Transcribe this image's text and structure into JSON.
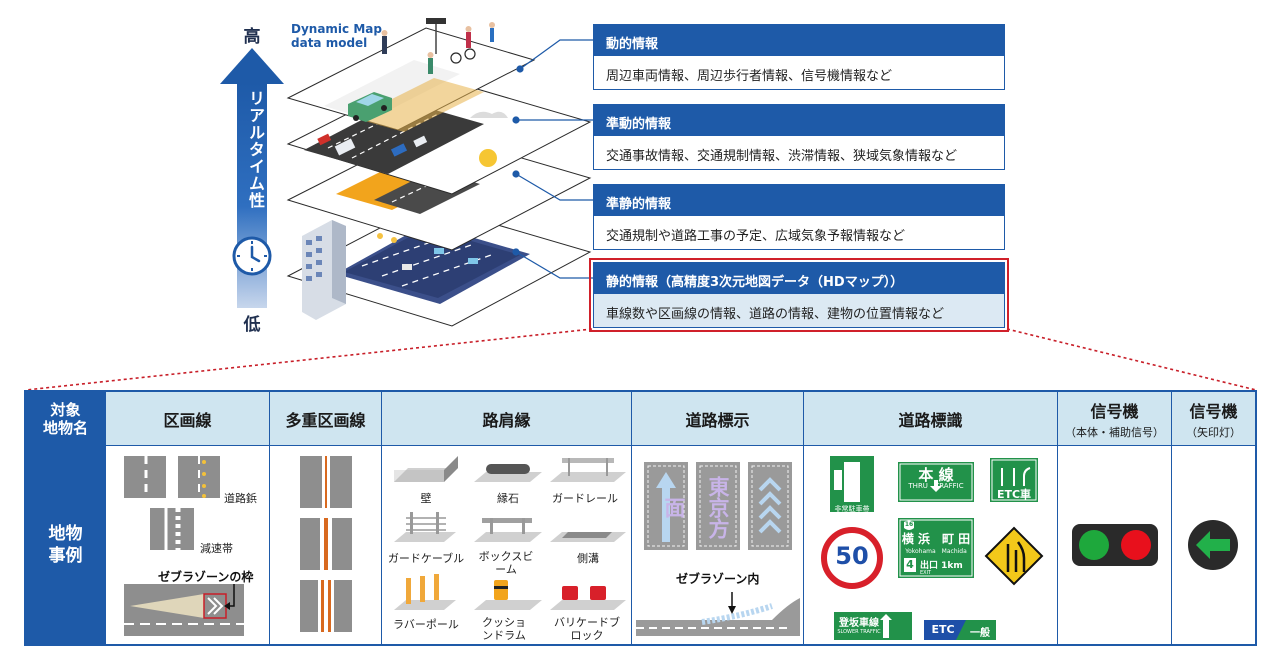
{
  "axis": {
    "high": "高",
    "low": "低",
    "label": "リアルタイム性"
  },
  "diagram": {
    "title_line1": "Dynamic Map",
    "title_line2": "data model"
  },
  "layers": [
    {
      "title": "動的情報",
      "desc": "周辺車両情報、周辺歩行者情報、信号機情報など"
    },
    {
      "title": "準動的情報",
      "desc": "交通事故情報、交通規制情報、渋滞情報、狭域気象情報など"
    },
    {
      "title": "準静的情報",
      "desc": "交通規制や道路工事の予定、広域気象予報情報など"
    },
    {
      "title": "静的情報（高精度3次元地図データ（HDマップ））",
      "desc": "車線数や区画線の情報、道路の情報、建物の位置情報など"
    }
  ],
  "table": {
    "row_header": {
      "line1": "対象",
      "line2": "地物名"
    },
    "row_label": {
      "line1": "地物",
      "line2": "事例"
    },
    "columns": [
      {
        "name": "区画線",
        "sub": ""
      },
      {
        "name": "多重区画線",
        "sub": ""
      },
      {
        "name": "路肩縁",
        "sub": ""
      },
      {
        "name": "道路標示",
        "sub": ""
      },
      {
        "name": "道路標識",
        "sub": ""
      },
      {
        "name": "信号機",
        "sub": "（本体・補助信号）"
      },
      {
        "name": "信号機",
        "sub": "（矢印灯）"
      }
    ],
    "lane": {
      "studs": "道路鋲",
      "decel": "減速帯",
      "zebra": "ゼブラゾーンの枠"
    },
    "shoulder": {
      "items": [
        "壁",
        "縁石",
        "ガードレール",
        "ガードケーブル",
        "ボックスビーム",
        "側溝",
        "ラバーポール",
        "クッションドラム",
        "バリケードブロック"
      ]
    },
    "marking": {
      "text": "東京方面",
      "zebra": "ゼブラゾーン内"
    },
    "signs": {
      "emergency": "非常駐車帯",
      "main_line": "本 線",
      "thru": "THRU　TRAFFIC",
      "etc_car": "ETC車",
      "speed": "50",
      "route_num": "16",
      "city": "横 浜　町 田",
      "city_en": "Yokohama　Machida",
      "exit_num": "4",
      "exit": "出口 1km",
      "exit_en": "EXIT",
      "climb": "登坂車線",
      "climb_en": "SLOWER TRAFFIC",
      "etc_general_a": "ETC",
      "etc_general_b": "一般"
    },
    "colors": {
      "red_light": "#e8101c",
      "green_light": "#1ea83c",
      "arrow_green": "#22b04a"
    }
  }
}
